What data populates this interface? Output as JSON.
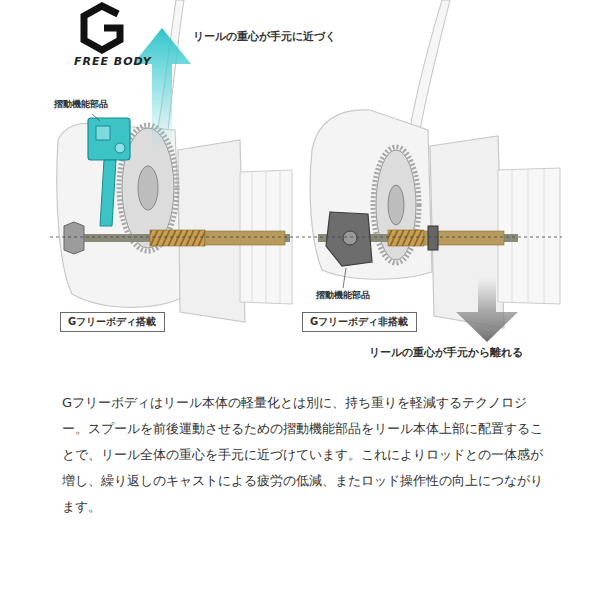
{
  "diagram": {
    "caption": "Gフリーボディはリール本体の軽量化とは別に、持ち重りを軽減するテクノロジー。スプールを前後運動させるための摺動機能部品をリール本体上部に配置することで、リール全体の重心を手元に近づけています。これによりロッドとの一体感が増し、繰り返しのキャストによる疲労の低減、またロッド操作性の向上につながります。",
    "nodes": [
      {
        "text": [
          "Gフリーボディ搭載"
        ]
      },
      {
        "text": [
          "Gフリーボディ非搭載"
        ]
      }
    ],
    "labels": [
      "FREE BODY",
      "リールの重心が手元に近づく",
      "摺動機能部品",
      "摺動機能部品",
      "リールの重心が手元から離れる"
    ]
  }
}
